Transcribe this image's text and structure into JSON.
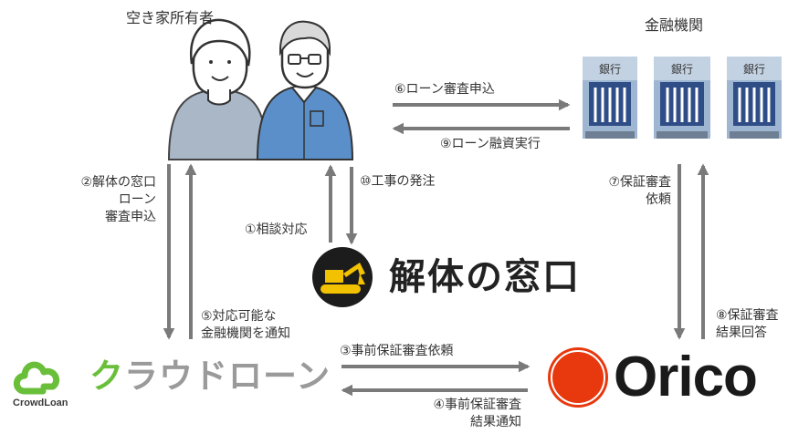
{
  "nodes": {
    "owners": {
      "label": "空き家所有者"
    },
    "bank": {
      "label": "金融機関",
      "building_sign": "銀行"
    },
    "madoguchi": {
      "label": "解体の窓口"
    },
    "crowdloan": {
      "logo_text": "クラウドローン",
      "logo_sub": "CrowdLoan"
    },
    "orico": {
      "logo_text": "Orico"
    }
  },
  "edges": {
    "e1": "①相談対応",
    "e2": "②解体の窓口\nローン\n審査申込",
    "e3": "③事前保証審査依頼",
    "e4": "④事前保証審査\n結果通知",
    "e5": "⑤対応可能な\n金融機関を通知",
    "e6": "⑥ローン審査申込",
    "e7": "⑦保証審査\n依頼",
    "e8": "⑧保証審査\n結果回答",
    "e9": "⑨ローン融資実行",
    "e10": "⑩工事の発注"
  },
  "colors": {
    "arrow": "#7a7a7a",
    "owner_female_sweater": "#a9b7c6",
    "owner_male_shirt": "#5b8fc9",
    "bank_building": "#9fb6d2",
    "madoguchi_icon_bg": "#1c1c1c",
    "madoguchi_icon_fg": "#f2c200",
    "crowdloan_green": "#6abf3a",
    "crowdloan_gray": "#9a9a9a",
    "orico_red": "#e8380d"
  }
}
